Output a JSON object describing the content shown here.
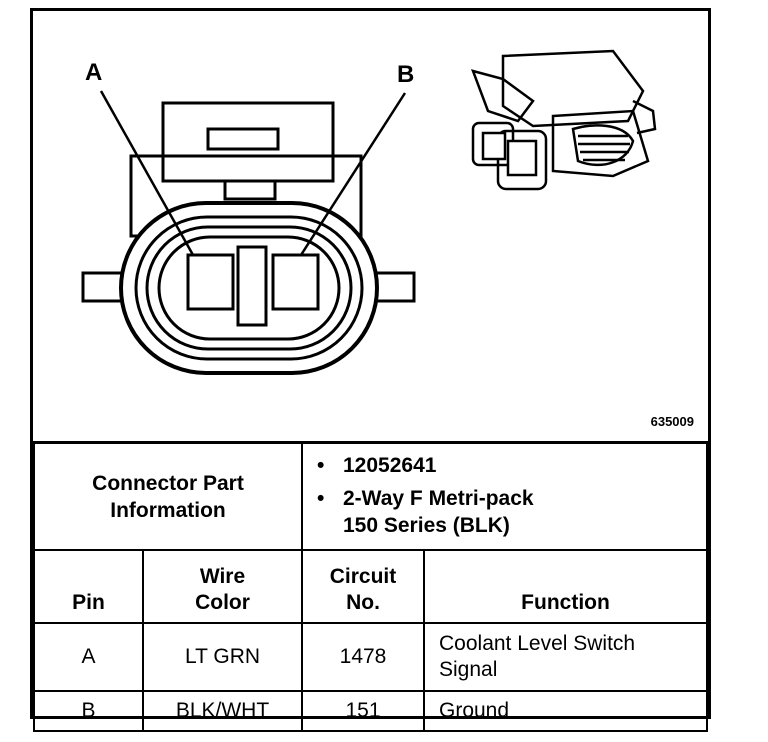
{
  "diagram": {
    "pin_labels": [
      "A",
      "B"
    ],
    "figure_id": "635009"
  },
  "connector_info": {
    "label_line1": "Connector Part",
    "label_line2": "Information",
    "part_number": "12052641",
    "description_line1": "2-Way F Metri-pack",
    "description_line2": "150 Series (BLK)",
    "bullet": "•"
  },
  "table": {
    "headers": {
      "pin": "Pin",
      "wire_color_1": "Wire",
      "wire_color_2": "Color",
      "circuit_1": "Circuit",
      "circuit_2": "No.",
      "function": "Function"
    },
    "rows": [
      {
        "pin": "A",
        "wire_color": "LT GRN",
        "circuit": "1478",
        "function_line1": "Coolant Level Switch",
        "function_line2": "Signal"
      },
      {
        "pin": "B",
        "wire_color": "BLK/WHT",
        "circuit": "151",
        "function_line1": "Ground",
        "function_line2": ""
      }
    ]
  }
}
